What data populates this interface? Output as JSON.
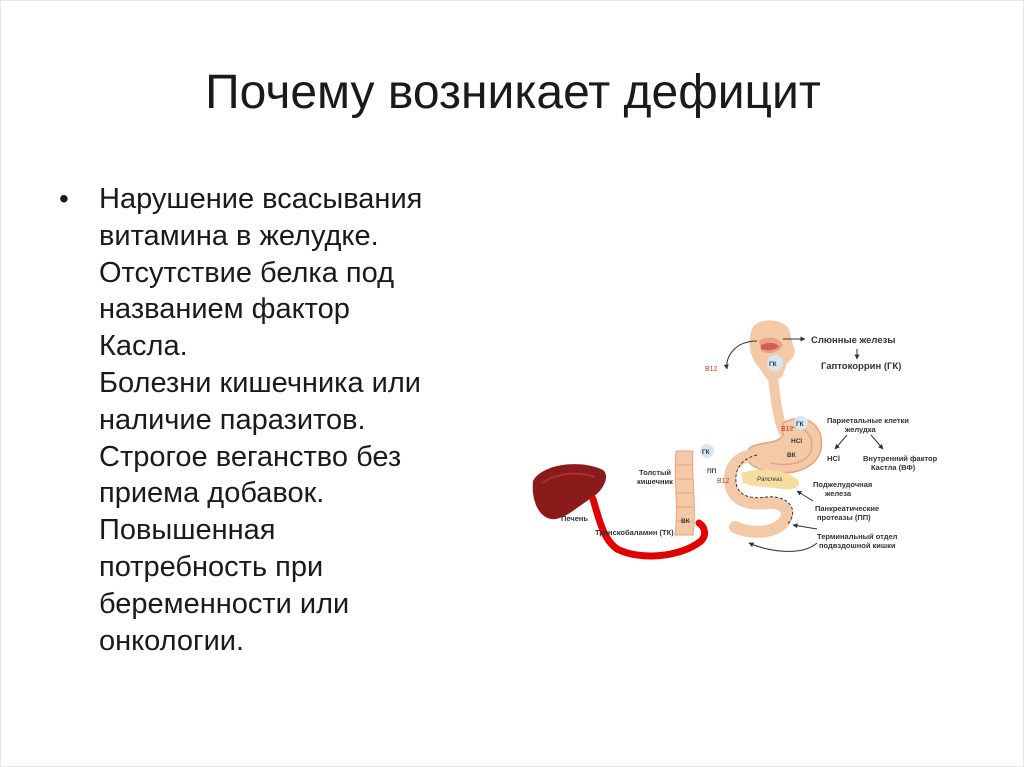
{
  "slide": {
    "title": "Почему возникает дефицит",
    "bullet_text": "Нарушение всасывания\nвитамина в желудке.\nОтсутствие белка под\nназванием фактор\nКасла.\nБолезни кишечника или\nналичие паразитов.\nСтрогое веганство без\nприема добавок.\nПовышенная\nпотребность при\nбеременности или\nонкологии."
  },
  "diagram": {
    "labels": {
      "salivary": "Слюнные железы",
      "haptocorrin": "Гаптокоррин (ГК)",
      "parietal_1": "Париетальные клетки",
      "parietal_2": "желудка",
      "hcl_right": "HCl",
      "intrinsic_1": "Внутренний фактор",
      "intrinsic_2": "Кастла (ВФ)",
      "pancreas_1": "Поджелудочная",
      "pancreas_2": "железа",
      "proteases_1": "Панкреатические",
      "proteases_2": "протеазы (ПП)",
      "terminal_1": "Терминальный отдел",
      "terminal_2": "подвздошной кишки",
      "colon_1": "Толстый",
      "colon_2": "кишечник",
      "liver": "Печень",
      "transcobalamin": "Транскобаламин (ТК)",
      "pancreas_tag": "Pancreas"
    },
    "tags": {
      "b12": "B12",
      "gk": "ГК",
      "hcl": "HCl",
      "vk": "ВК",
      "pp": "ПП"
    },
    "colors": {
      "liver": "#8b1a1a",
      "blood": "#e00000",
      "tissue": "#f3c9a8",
      "tissue_dark": "#e7a37e",
      "arrow": "#333333"
    }
  }
}
